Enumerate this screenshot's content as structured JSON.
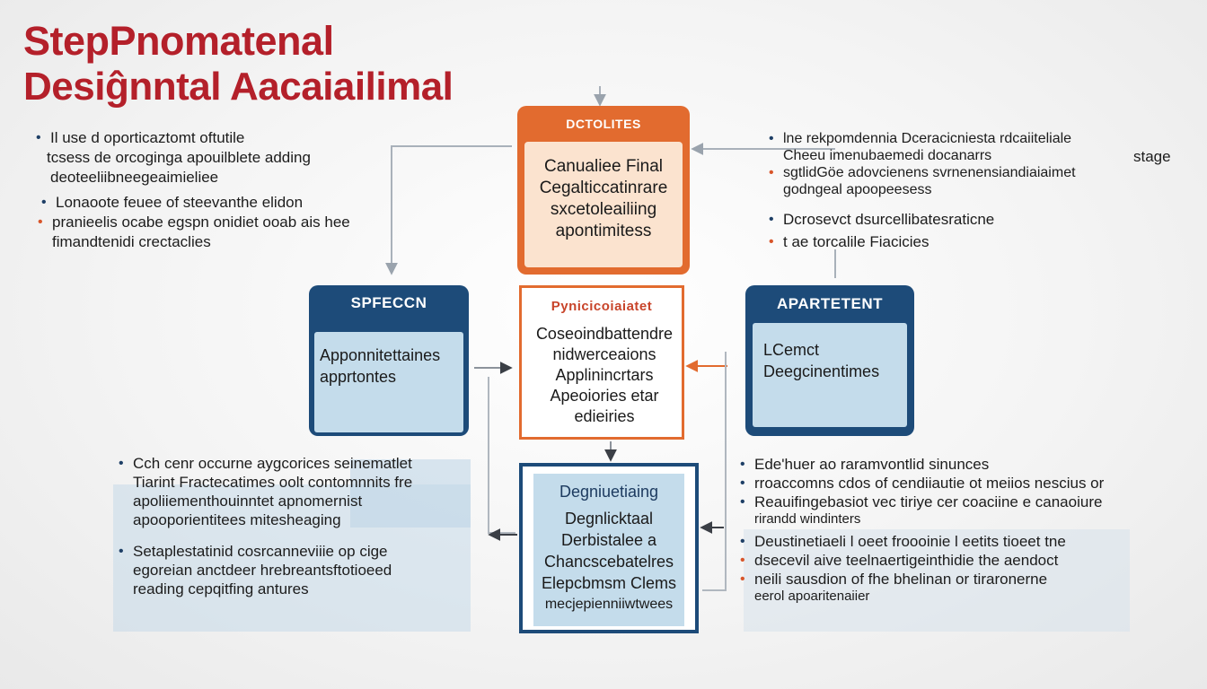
{
  "title": {
    "line1": "StepPnomatenal",
    "line2": "Desiĝnntal Aacaiailimal"
  },
  "colors": {
    "title_red": "#b4202a",
    "navy": "#1d4b79",
    "orange": "#e26b2f",
    "light_blue": "#c4dceb",
    "light_orange": "#fbe3cf"
  },
  "top_left_notes": [
    {
      "bullet": "blue",
      "lines": [
        "Il use d oporticaztomt oftutile",
        "tcsess de orcoginga apouilblete adding",
        "deoteeliibneegeaimieliee"
      ]
    },
    {
      "bullet": "blue",
      "lines": [
        "Lonaoote feuee of steevanthe elidon"
      ]
    },
    {
      "bullet": "orange",
      "lines": [
        "pranieelis ocabe egspn onidiet ooab ais hee",
        "fimandtenidi crectaclies"
      ]
    }
  ],
  "top_right_notes": {
    "stage_label": "stage",
    "items": [
      {
        "bullet": "blue",
        "lines": [
          "lne rekpomdennia Dceracicniesta rdcaiiteliale",
          "Cheeu imenubaemedi docanarrs"
        ]
      },
      {
        "bullet": "orange",
        "lines": [
          "sgtlidGöe adovcienens svrnenensiandiaiaimet",
          "godngeal apoopeesess"
        ]
      },
      {
        "bullet": "blue",
        "lines": [
          "Dcrosevct dsurcellibatesraticne"
        ]
      },
      {
        "bullet": "orange",
        "lines": [
          "t ae torcalile Fiacicies"
        ]
      }
    ]
  },
  "box_top": {
    "header": "DCTOLITES",
    "lines": [
      "Canualiee Final",
      "Cegalticcatinrare",
      "sxcetoleailiing",
      "apontimitess"
    ]
  },
  "box_left": {
    "header": "SPFECCN",
    "lines": [
      "Apponnitettaines",
      "apprtontes"
    ]
  },
  "box_mid": {
    "header": "Pynicicoiaiatet",
    "lines": [
      "Coseoindbattendre",
      "nidwerceaions",
      "Applinincrtars",
      "Apeoiories etar",
      "edieiries"
    ]
  },
  "box_right": {
    "header": "APARTETENT",
    "lines": [
      "LCemct",
      "Deegcinentimes"
    ]
  },
  "box_bottom": {
    "headline": "Degniuetiaing",
    "lines": [
      "Degnlicktaal",
      "Derbistalee a",
      "Chancscebatelres",
      "Elepcbmsm Clems",
      "mecjepienniiwtwees"
    ]
  },
  "bottom_left_notes": [
    {
      "bullet": "blue",
      "lines": [
        "Cch cenr occurne aygcorices seinematlet",
        "Tiarint Fractecatimes oolt contomnnits fre",
        "apoliiementhouinntet apnomernist",
        "apooporientitees mitesheaging"
      ]
    },
    {
      "bullet": "blue",
      "lines": [
        "Setaplestatinid cosrcanneviiie op cige",
        "egoreian anctdeer hrebreantsftotioeed",
        "reading cepqitfing antures"
      ]
    }
  ],
  "bottom_right_notes": [
    {
      "bullet": "blue",
      "lines": [
        "Ede'huer ao raramvontlid sinunces"
      ]
    },
    {
      "bullet": "blue",
      "lines": [
        "rroaccomns cdos of cendiiautie ot meiios nescius or"
      ]
    },
    {
      "bullet": "blue",
      "lines": [
        "Reauifingebasiot vec tiriye cer coaciine e canaoiure",
        "rirandd windinters"
      ]
    },
    {
      "bullet": "blue",
      "lines": [
        "Deustinetiaeli l oeet froooinie l eetits tioeet tne"
      ]
    },
    {
      "bullet": "orange",
      "lines": [
        "dsecevil aive teelnaertigeinthidie the aendoct"
      ]
    },
    {
      "bullet": "orange",
      "lines": [
        "neili sausdion of fhe bhelinan or tiraronerne",
        "eerol apoaritenaiier"
      ]
    }
  ]
}
